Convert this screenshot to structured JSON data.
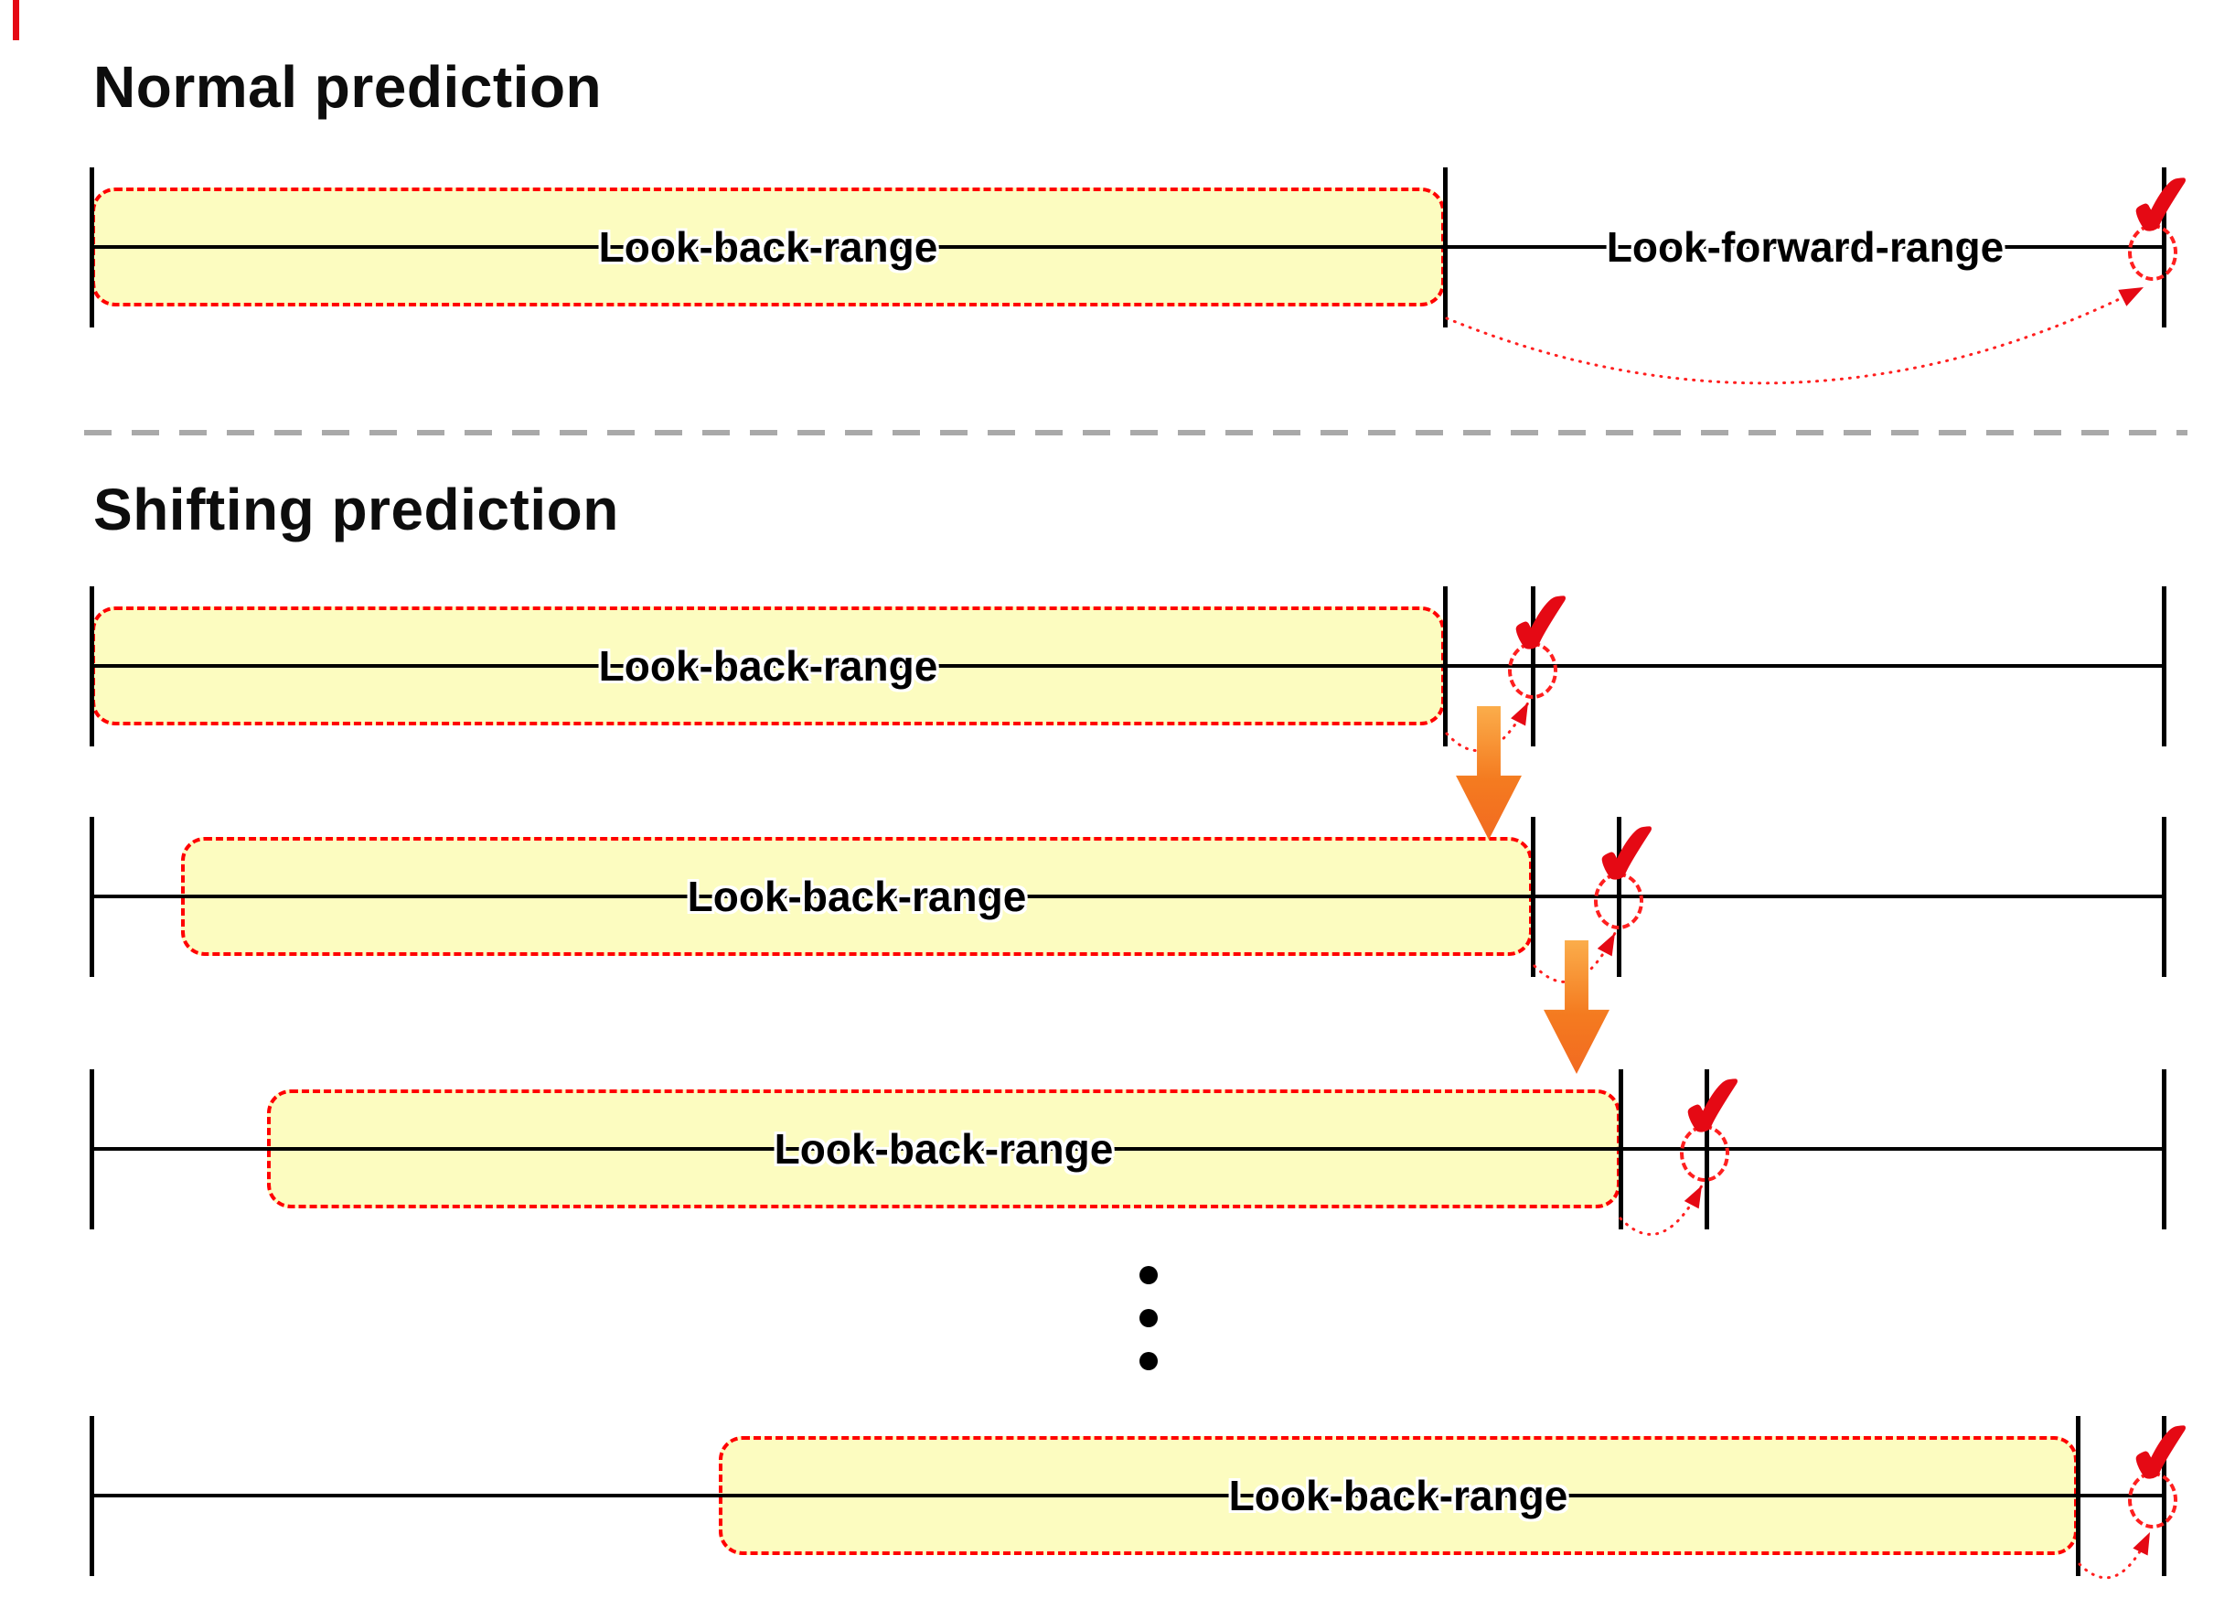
{
  "titles": {
    "normal": "Normal prediction",
    "shifting": "Shifting prediction"
  },
  "rows": {
    "normal": {
      "look_back": "Look-back-range",
      "look_forward": "Look-forward-range"
    },
    "shift_1": {
      "look_back": "Look-back-range"
    },
    "shift_2": {
      "look_back": "Look-back-range"
    },
    "shift_3": {
      "look_back": "Look-back-range"
    },
    "shift_4": {
      "look_back": "Look-back-range"
    }
  },
  "icons": {
    "checkmark": "✔"
  },
  "colors": {
    "range_fill": "#FCFCC0",
    "range_border": "#FF0000",
    "timeline": "#000000",
    "checkmark": "#E50914",
    "prediction_circle": "#FF1F1F",
    "dotted_arc": "#FF1F1F",
    "shift_arrow": "#F47B20",
    "divider": "#A9A9A9",
    "label_halo": "#FFFFFF"
  }
}
